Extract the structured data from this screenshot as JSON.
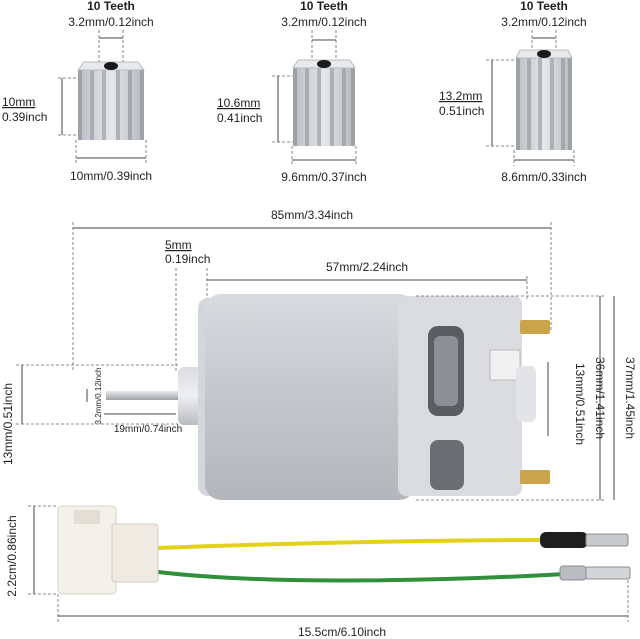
{
  "gears": [
    {
      "teeth": "10 Teeth",
      "bore": "3.2mm/0.12inch",
      "height_mm": "10mm",
      "height_in": "0.39inch",
      "width": "10mm/0.39inch"
    },
    {
      "teeth": "10 Teeth",
      "bore": "3.2mm/0.12inch",
      "height_mm": "10.6mm",
      "height_in": "0.41inch",
      "width": "9.6mm/0.37inch"
    },
    {
      "teeth": "10 Teeth",
      "bore": "3.2mm/0.12inch",
      "height_mm": "13.2mm",
      "height_in": "0.51inch",
      "width": "8.6mm/0.33inch"
    }
  ],
  "motor": {
    "overall_length": "85mm/3.34inch",
    "boss_length_mm": "5mm",
    "boss_length_in": "0.19inch",
    "body_length": "57mm/2.24inch",
    "shaft_length": "19mm/0.74inch",
    "shaft_diameter": "3.2mm/0.12inch",
    "boss_diameter": "13mm/0.51inch",
    "rear_boss_diameter": "13mm/0.51inch",
    "body_diameter": "36mm/1.41inch",
    "overall_height": "37mm/1.45inch"
  },
  "cable": {
    "connector_width": "2.2cm/0.86inch",
    "total_length": "15.5cm/6.10inch"
  },
  "colors": {
    "gear": "#cfd2d6",
    "motor_body": "#c8cbcf",
    "wire_yellow": "#e3d21a",
    "wire_green": "#2f8f3a",
    "connector": "#f4f1ea"
  }
}
